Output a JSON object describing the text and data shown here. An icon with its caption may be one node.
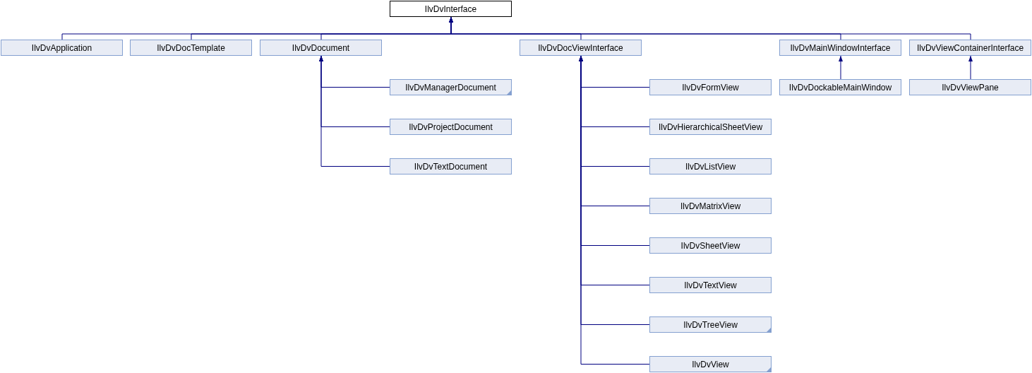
{
  "diagram": {
    "nodes": [
      {
        "text": [
          "IlvDvInterface"
        ]
      },
      {
        "text": [
          "IlvDvApplication"
        ]
      },
      {
        "text": [
          "IlvDvDocTemplate"
        ]
      },
      {
        "text": [
          "IlvDvDocument"
        ]
      },
      {
        "text": [
          "IlvDvDocViewInterface"
        ]
      },
      {
        "text": [
          "IlvDvMainWindowInterface"
        ]
      },
      {
        "text": [
          "IlvDvViewContainerInterface"
        ]
      },
      {
        "text": [
          "IlvDvManagerDocument"
        ]
      },
      {
        "text": [
          "IlvDvProjectDocument"
        ]
      },
      {
        "text": [
          "IlvDvTextDocument"
        ]
      },
      {
        "text": [
          "IlvDvFormView"
        ]
      },
      {
        "text": [
          "IlvDvHierarchicalSheetView"
        ]
      },
      {
        "text": [
          "IlvDvListView"
        ]
      },
      {
        "text": [
          "IlvDvMatrixView"
        ]
      },
      {
        "text": [
          "IlvDvSheetView"
        ]
      },
      {
        "text": [
          "IlvDvTextView"
        ]
      },
      {
        "text": [
          "IlvDvTreeView"
        ]
      },
      {
        "text": [
          "IlvDvView"
        ]
      },
      {
        "text": [
          "IlvDvDockableMainWindow"
        ]
      },
      {
        "text": [
          "IlvDvViewPane"
        ]
      }
    ],
    "edges": [
      {
        "from": 1,
        "to": 0,
        "arrow": "to"
      },
      {
        "from": 2,
        "to": 0,
        "arrow": "to"
      },
      {
        "from": 3,
        "to": 0,
        "arrow": "to"
      },
      {
        "from": 4,
        "to": 0,
        "arrow": "to"
      },
      {
        "from": 5,
        "to": 0,
        "arrow": "to"
      },
      {
        "from": 6,
        "to": 0,
        "arrow": "to"
      },
      {
        "from": 7,
        "to": 3,
        "arrow": "to"
      },
      {
        "from": 8,
        "to": 3,
        "arrow": "to"
      },
      {
        "from": 9,
        "to": 3,
        "arrow": "to"
      },
      {
        "from": 10,
        "to": 4,
        "arrow": "to"
      },
      {
        "from": 11,
        "to": 4,
        "arrow": "to"
      },
      {
        "from": 12,
        "to": 4,
        "arrow": "to"
      },
      {
        "from": 13,
        "to": 4,
        "arrow": "to"
      },
      {
        "from": 14,
        "to": 4,
        "arrow": "to"
      },
      {
        "from": 15,
        "to": 4,
        "arrow": "to"
      },
      {
        "from": 16,
        "to": 4,
        "arrow": "to"
      },
      {
        "from": 17,
        "to": 4,
        "arrow": "to"
      },
      {
        "from": 18,
        "to": 5,
        "arrow": "to"
      },
      {
        "from": 19,
        "to": 6,
        "arrow": "to"
      }
    ]
  }
}
